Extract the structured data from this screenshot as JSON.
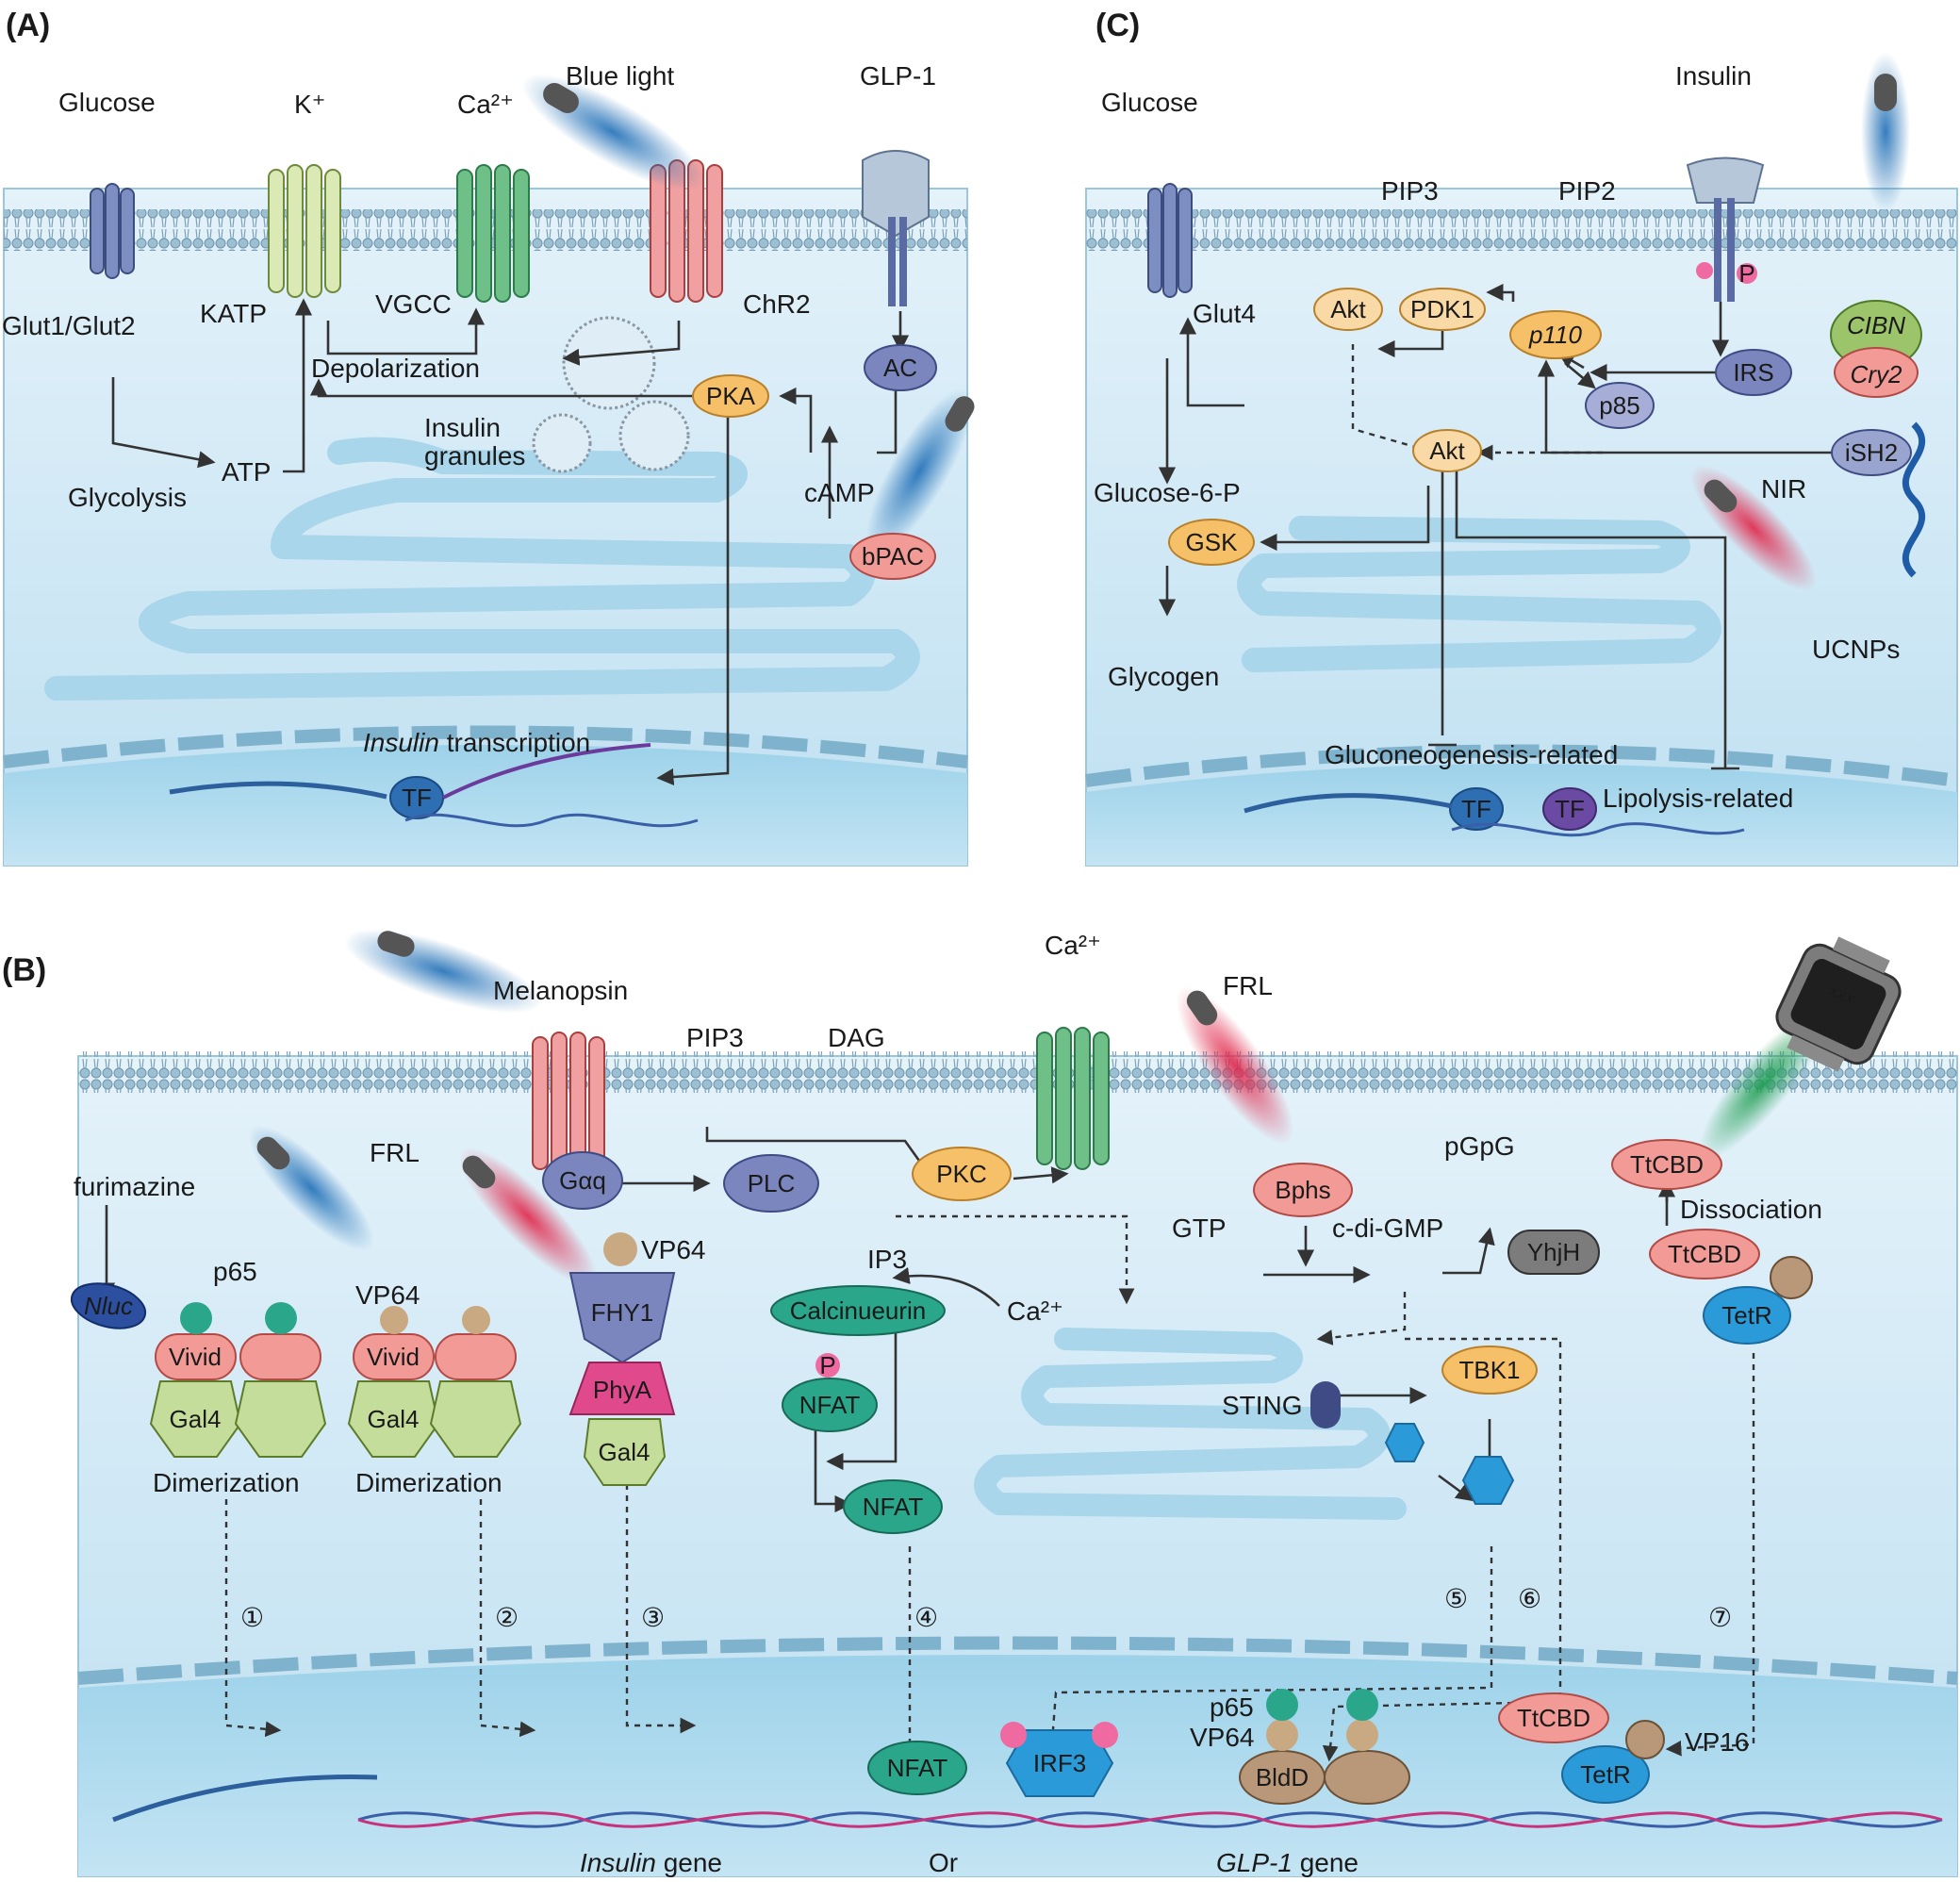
{
  "colors": {
    "cytoplasm": "#cfe8f6",
    "nucleus": "#9ed3ea",
    "membrane": "#8ab7cf",
    "er": "#a9d6ea",
    "pka_orange": "#f6c068",
    "pink_node": "#f29a96",
    "purple_node": "#7a86bd",
    "green_node": "#2aa68a",
    "blue_light": "#2f7fc1",
    "red_light": "#e83b4f"
  },
  "panel_a": {
    "tag": "(A)",
    "labels": {
      "glucose": "Glucose",
      "k_ion": "K⁺",
      "ca_ion": "Ca²⁺",
      "blue_light": "Blue light",
      "glp1": "GLP-1",
      "glut12": "Glut1/Glut2",
      "katp": "KATP",
      "vgcc": "VGCC",
      "chr2": "ChR2",
      "depolarization": "Depolarization",
      "ac": "AC",
      "pka": "PKA",
      "granules_1": "Insulin",
      "granules_2": "granules",
      "atp": "ATP",
      "glycolysis": "Glycolysis",
      "camp": "cAMP",
      "bpac": "bPAC",
      "transcription_italic": "Insulin",
      "transcription_rest": " transcription",
      "tf": "TF"
    }
  },
  "panel_b": {
    "tag": "(B)",
    "labels": {
      "melanopsin": "Melanopsin",
      "pip3": "PIP3",
      "dag": "DAG",
      "ca_ion": "Ca²⁺",
      "frl_top": "FRL",
      "frl_left": "FRL",
      "furimazine": "furimazine",
      "nluc": "Nluc",
      "p65": "p65",
      "vivid": "Vivid",
      "gal4": "Gal4",
      "dimerization": "Dimerization",
      "vp64": "VP64",
      "vp64_b": "VP64",
      "vivid_b": "Vivid",
      "gal4_b": "Gal4",
      "dimerization_b": "Dimerization",
      "fhy1": "FHY1",
      "phya": "PhyA",
      "gal4_c": "Gal4",
      "gaq": "Gαq",
      "plc": "PLC",
      "pkc": "PKC",
      "ip3": "IP3",
      "calcineurin": "Calcinueurin",
      "ca_er": "Ca²⁺",
      "p": "P",
      "nfat1": "NFAT",
      "nfat2": "NFAT",
      "nfat3": "NFAT",
      "bphs": "Bphs",
      "gtp": "GTP",
      "cdigmp": "c-di-GMP",
      "pgpg": "pGpG",
      "yhjh": "YhjH",
      "sting": "STING",
      "tbk1": "TBK1",
      "irf3": "IRF3",
      "ttcbd1": "TtCBD",
      "ttcbd2": "TtCBD",
      "ttcbd3": "TtCBD",
      "dissociation": "Dissociation",
      "tetr": "TetR",
      "tetr2": "TetR",
      "vp16": "VP16",
      "p65_n": "p65",
      "vp64_n": "VP64",
      "bldd": "BldD",
      "insulin_gene_italic": "Insulin",
      "gene_word": " gene",
      "or": "Or",
      "glp1_gene_italic": "GLP-1",
      "gene_word2": " gene",
      "watch_text": "XXX"
    },
    "pathways": [
      "①",
      "②",
      "③",
      "④",
      "⑤",
      "⑥",
      "⑦"
    ]
  },
  "panel_c": {
    "tag": "(C)",
    "labels": {
      "glucose": "Glucose",
      "insulin": "Insulin",
      "pip3": "PIP3",
      "pip2": "PIP2",
      "glut4": "Glut4",
      "akt1": "Akt",
      "pdk1": "PDK1",
      "p110": "p110",
      "p85": "p85",
      "irs": "IRS",
      "p": "P",
      "cibn": "CIBN",
      "cry2": "Cry2",
      "ish2": "iSH2",
      "akt2": "Akt",
      "nir": "NIR",
      "ucnps": "UCNPs",
      "glucose6p": "Glucose-6-P",
      "gsk": "GSK",
      "glycogen": "Glycogen",
      "gluconeogenesis": "Gluconeogenesis-related",
      "lipolysis": "Lipolysis-related",
      "tf1": "TF",
      "tf2": "TF"
    }
  }
}
